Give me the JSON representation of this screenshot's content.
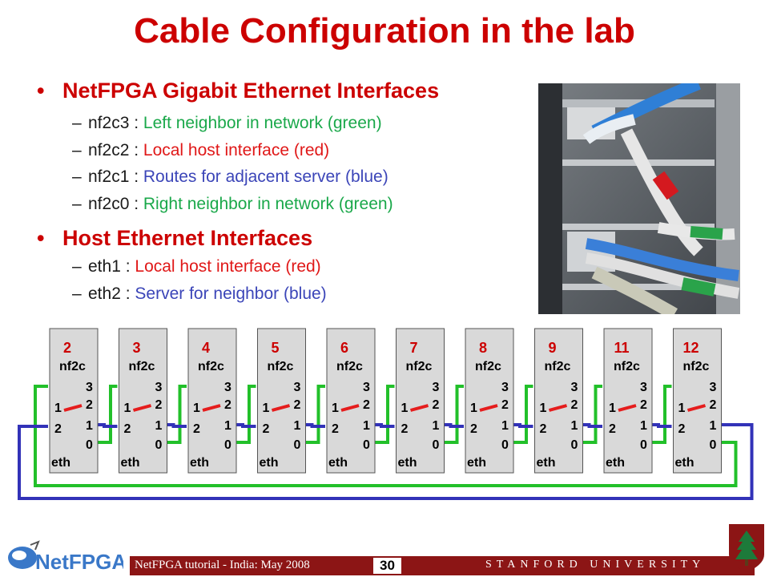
{
  "title": "Cable Configuration in the lab",
  "bullets": [
    {
      "heading": "NetFPGA Gigabit Ethernet Interfaces",
      "items": [
        {
          "label": "nf2c3",
          "sep": " : ",
          "text": "Left neighbor in network (green)",
          "color": "green"
        },
        {
          "label": "nf2c2",
          "sep": " : ",
          "text": "Local host interface (red)",
          "color": "red"
        },
        {
          "label": "nf2c1",
          "sep": " : ",
          "text": "Routes for adjacent server (blue)",
          "color": "blue"
        },
        {
          "label": "nf2c0",
          "sep": " : ",
          "text": "Right neighbor in network (green)",
          "color": "green"
        }
      ]
    },
    {
      "heading": "Host Ethernet Interfaces",
      "items": [
        {
          "label": "eth1",
          "sep": " : ",
          "text": "Local host interface (red)",
          "color": "red"
        },
        {
          "label": "eth2",
          "sep": " : ",
          "text": "Server for neighbor (blue)",
          "color": "blue"
        }
      ]
    }
  ],
  "bullet_glyph": "•",
  "dash_glyph": "–",
  "diagram": {
    "nodes": [
      "2",
      "3",
      "4",
      "5",
      "6",
      "7",
      "8",
      "9",
      "11",
      "12"
    ],
    "nf_label": "nf2c",
    "eth_label": "eth",
    "nf_ports": [
      "3",
      "2",
      "1",
      "0"
    ],
    "eth_ports": [
      "1",
      "2"
    ],
    "colors": {
      "green": "#22c02a",
      "red": "#e51d1d",
      "blue": "#3232b8",
      "node_fill": "#d9d9d9",
      "number": "#cc0000"
    }
  },
  "footer": {
    "left": "NetFPGA tutorial - India: May 2008",
    "page": "30",
    "university": "STANFORD UNIVERSITY"
  },
  "logo": {
    "text": "NetFPGA"
  }
}
